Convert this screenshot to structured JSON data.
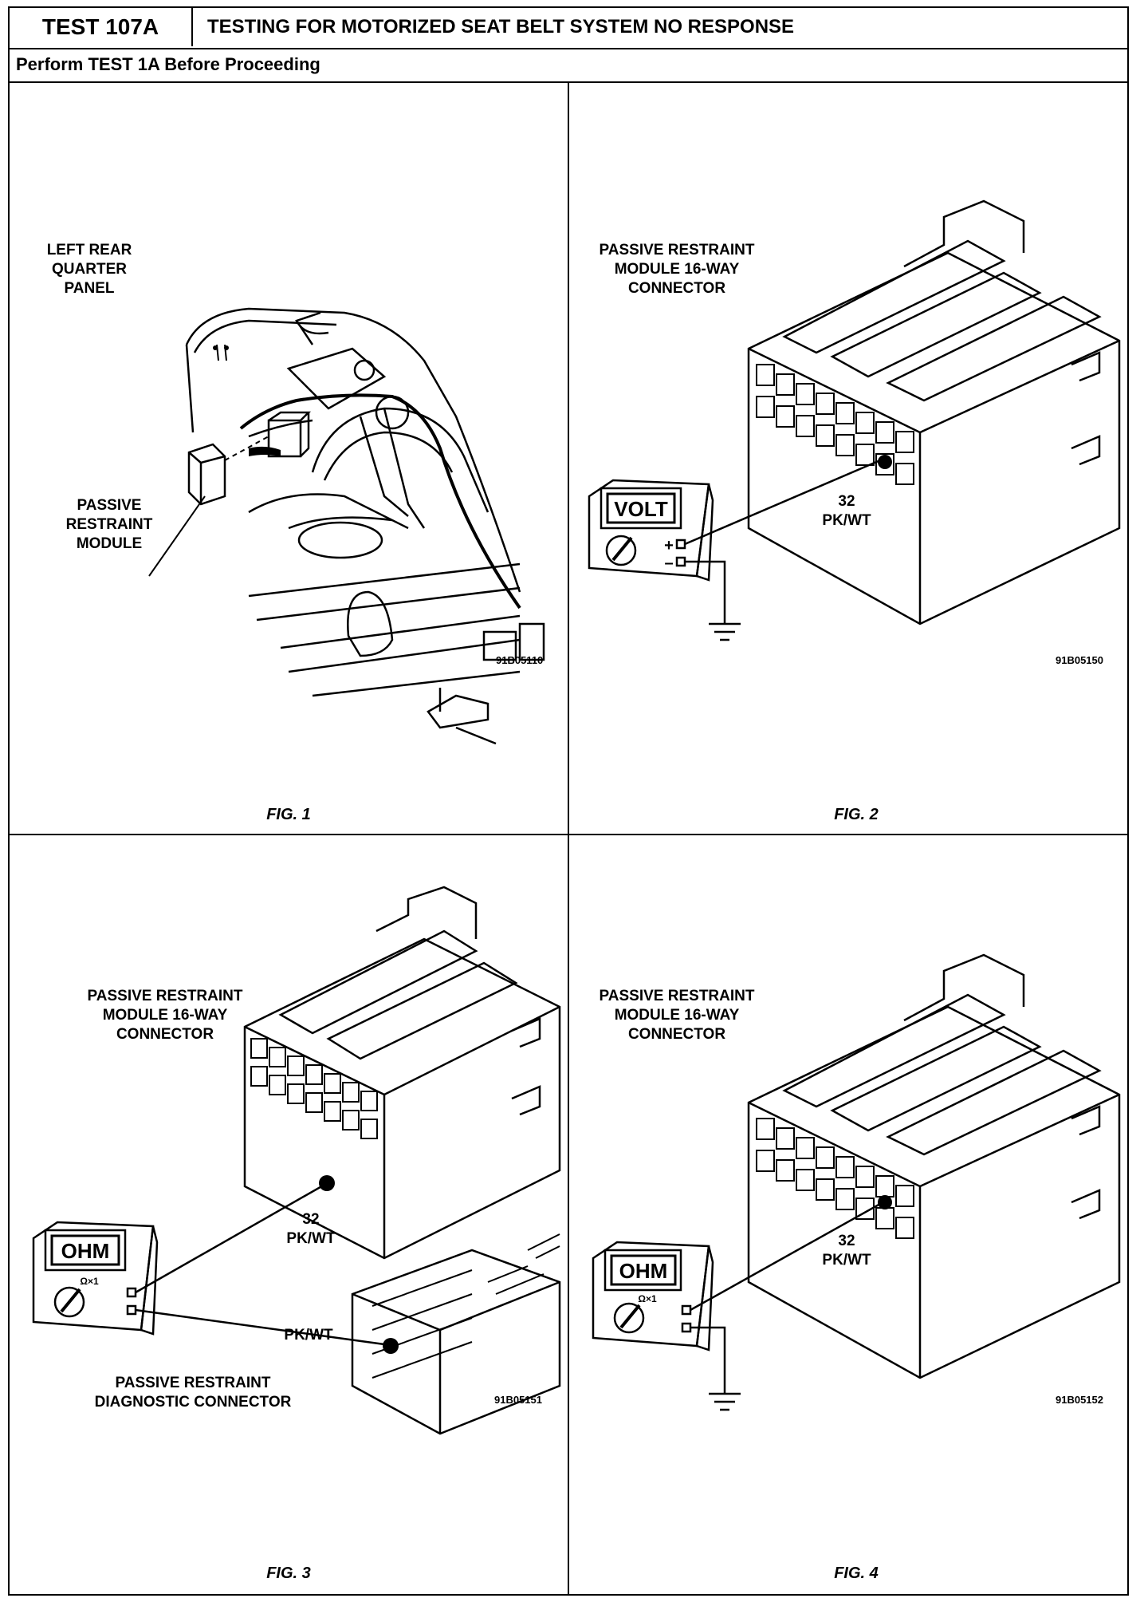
{
  "header": {
    "test_id": "TEST 107A",
    "title": "TESTING FOR MOTORIZED SEAT BELT SYSTEM NO RESPONSE",
    "subtitle": "Perform TEST 1A Before Proceeding"
  },
  "figures": [
    {
      "caption": "FIG. 1",
      "code": "91B05110",
      "labels": {
        "quarter_panel": "LEFT REAR\nQUARTER\nPANEL",
        "module": "PASSIVE\nRESTRAINT\nMODULE"
      }
    },
    {
      "caption": "FIG. 2",
      "code": "91B05150",
      "labels": {
        "connector": "PASSIVE RESTRAINT\nMODULE 16-WAY\nCONNECTOR",
        "pin": "32\nPK/WT"
      },
      "meter": {
        "display": "VOLT",
        "plus": "+",
        "minus": "–"
      }
    },
    {
      "caption": "FIG. 3",
      "code": "91B05151",
      "labels": {
        "connector": "PASSIVE RESTRAINT\nMODULE 16-WAY\nCONNECTOR",
        "pin": "32\nPK/WT",
        "diag_pin": "PK/WT",
        "diag_connector": "PASSIVE RESTRAINT\nDIAGNOSTIC CONNECTOR"
      },
      "meter": {
        "display": "OHM",
        "scale": "Ω×1"
      }
    },
    {
      "caption": "FIG. 4",
      "code": "91B05152",
      "labels": {
        "connector": "PASSIVE RESTRAINT\nMODULE 16-WAY\nCONNECTOR",
        "pin": "32\nPK/WT"
      },
      "meter": {
        "display": "OHM",
        "scale": "Ω×1"
      }
    }
  ]
}
